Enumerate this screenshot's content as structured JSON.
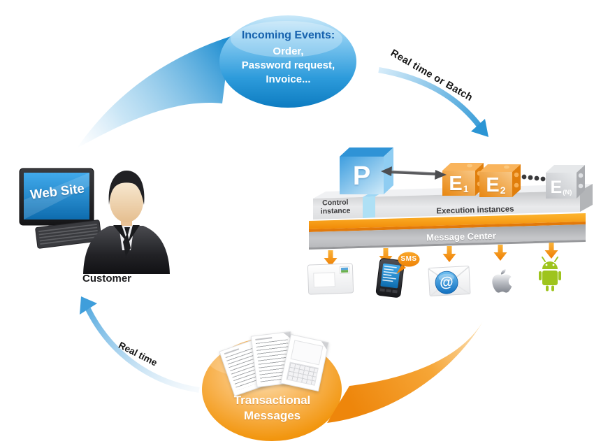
{
  "colors": {
    "blue": "#2b95d4",
    "dark_blue": "#0f7fc4",
    "orange": "#f7941d",
    "android_green": "#9ec41d",
    "platform_gray": "#c9cacd"
  },
  "incoming_events": {
    "title": "Incoming Events:",
    "lines": [
      "Order,",
      "Password request,",
      "Invoice..."
    ]
  },
  "flow_labels": {
    "top_right": "Real time or Batch",
    "bottom_left": "Real time"
  },
  "customer": {
    "screen": "Web Site",
    "caption": "Customer"
  },
  "platform": {
    "control_label": "Control instance",
    "execution_label": "Execution instances",
    "message_center": "Message Center",
    "cubes": {
      "p": "P",
      "e": "E",
      "e1_sub": "1",
      "e2_sub": "2",
      "en_sub": "(N)"
    },
    "dots": "● ● ● ●"
  },
  "channels": {
    "sms_bubble": "SMS",
    "email_symbol": "@",
    "icons": [
      "postal-mail-icon",
      "sms-phone-icon",
      "email-icon",
      "apple-icon",
      "android-icon"
    ]
  },
  "transactional": {
    "label": "Transactional Messages"
  }
}
